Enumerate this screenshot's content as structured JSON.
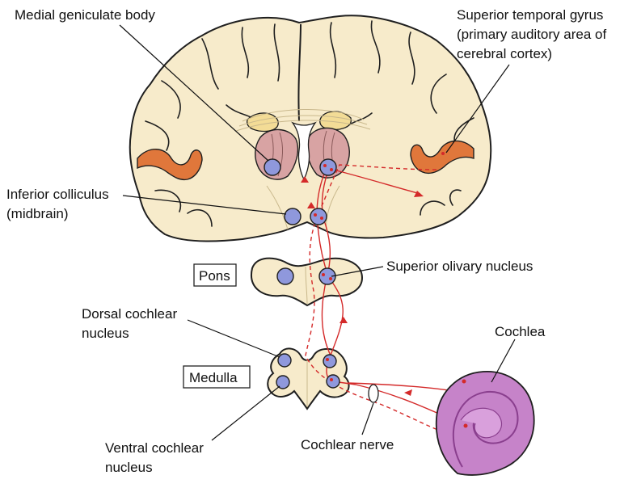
{
  "labels": {
    "medial_geniculate": "Medial geniculate body",
    "superior_temporal_1": "Superior temporal gyrus",
    "superior_temporal_2": "(primary auditory area of",
    "superior_temporal_3": "cerebral cortex)",
    "inferior_colliculus_1": "Inferior colliculus",
    "inferior_colliculus_2": "(midbrain)",
    "pons": "Pons",
    "superior_olivary": "Superior olivary nucleus",
    "dorsal_cochlear_1": "Dorsal cochlear",
    "dorsal_cochlear_2": "nucleus",
    "medulla": "Medulla",
    "ventral_cochlear_1": "Ventral cochlear",
    "ventral_cochlear_2": "nucleus",
    "cochlea": "Cochlea",
    "cochlear_nerve": "Cochlear nerve"
  },
  "colors": {
    "brain_tissue": "#f7ebcb",
    "outline": "#1f1f1f",
    "nucleus_blue": "#8f98dc",
    "thalamus_pink": "#d8a3a3",
    "auditory_cortex": "#e0773b",
    "pathway_red": "#d42a2a",
    "cochlea_purple": "#c683c9"
  }
}
